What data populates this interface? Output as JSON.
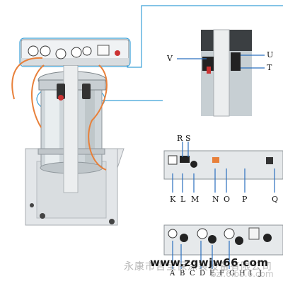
{
  "colors": {
    "callout_line": "#3aa0d8",
    "hose": "#e8803a",
    "cabinet": "#e6e8ea",
    "hopper": "#cfd6da",
    "panel": "#f0f2f4"
  },
  "callouts": {
    "top_right": {
      "labels": [
        "V",
        "U",
        "T"
      ]
    },
    "middle_right": {
      "top_labels": [
        "R",
        "S"
      ],
      "bottom_labels": [
        "K",
        "L",
        "M",
        "N",
        "O",
        "P",
        "Q"
      ]
    },
    "bottom_right": {
      "labels": [
        "A",
        "B",
        "C",
        "D",
        "E",
        "F",
        "G",
        "H",
        "I",
        "J"
      ]
    }
  },
  "watermark": {
    "url": "www.zgwjw66.com",
    "company": "永康市吉宝保涂装设备有限公司",
    "url_grey": "bzl.6.bb.6.com"
  }
}
